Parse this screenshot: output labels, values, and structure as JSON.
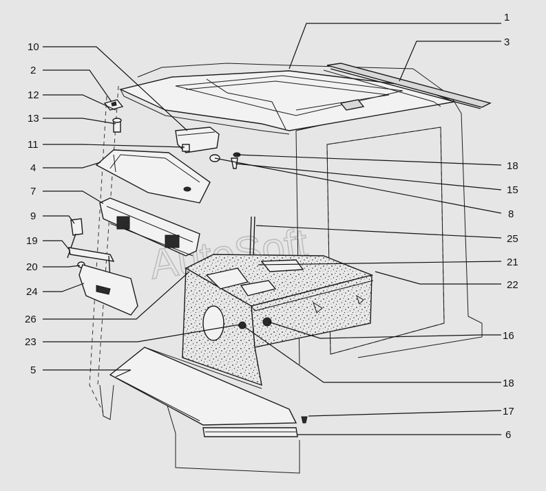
{
  "watermark": "AutoSoft",
  "callouts": [
    {
      "id": "c-1",
      "label": "1"
    },
    {
      "id": "c-3",
      "label": "3"
    },
    {
      "id": "c-10",
      "label": "10"
    },
    {
      "id": "c-2",
      "label": "2"
    },
    {
      "id": "c-12",
      "label": "12"
    },
    {
      "id": "c-13",
      "label": "13"
    },
    {
      "id": "c-11",
      "label": "11"
    },
    {
      "id": "c-4",
      "label": "4"
    },
    {
      "id": "c-7",
      "label": "7"
    },
    {
      "id": "c-9",
      "label": "9"
    },
    {
      "id": "c-19",
      "label": "19"
    },
    {
      "id": "c-20",
      "label": "20"
    },
    {
      "id": "c-24",
      "label": "24"
    },
    {
      "id": "c-26",
      "label": "26"
    },
    {
      "id": "c-23",
      "label": "23"
    },
    {
      "id": "c-5",
      "label": "5"
    },
    {
      "id": "c-18a",
      "label": "18"
    },
    {
      "id": "c-15",
      "label": "15"
    },
    {
      "id": "c-8",
      "label": "8"
    },
    {
      "id": "c-25",
      "label": "25"
    },
    {
      "id": "c-21",
      "label": "21"
    },
    {
      "id": "c-22",
      "label": "22"
    },
    {
      "id": "c-16",
      "label": "16"
    },
    {
      "id": "c-18b",
      "label": "18"
    },
    {
      "id": "c-17",
      "label": "17"
    },
    {
      "id": "c-6",
      "label": "6"
    }
  ]
}
